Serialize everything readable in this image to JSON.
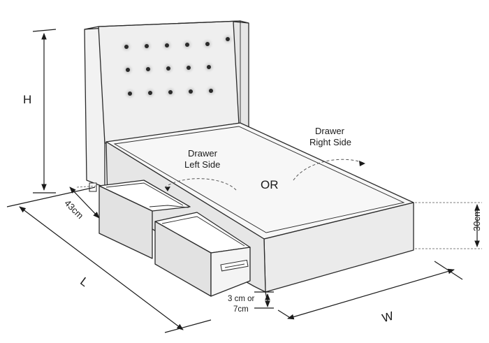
{
  "labels": {
    "height": "H",
    "length": "L",
    "width": "W",
    "drawer_depth": "43cm",
    "base_height": "30cm",
    "clearance_line1": "3 cm or",
    "clearance_line2": "7cm",
    "drawer_left_line1": "Drawer",
    "drawer_left_line2": "Left Side",
    "drawer_right_line1": "Drawer",
    "drawer_right_line2": "Right Side",
    "or": "OR"
  },
  "headboard": {
    "button_rows": [
      6,
      5,
      5
    ]
  },
  "colors": {
    "line": "#2a2a2a",
    "headboard_fill": "#efefef",
    "mattress_fill": "#f7f7f7",
    "base_fill": "#e9e9e9",
    "button_fill": "#2a2a2a"
  }
}
